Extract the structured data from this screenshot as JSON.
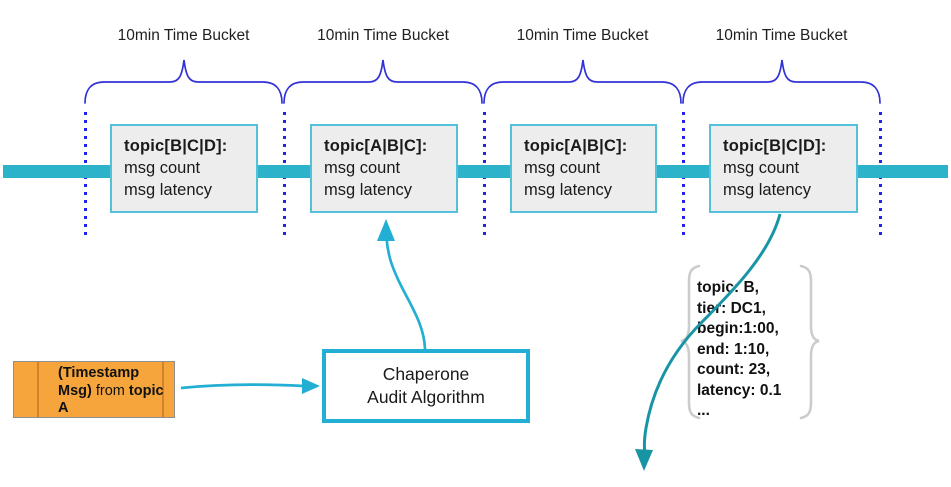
{
  "buckets": [
    {
      "label": "10min Time Bucket",
      "title": "topic[B|C|D]:",
      "lines": [
        "msg count",
        "msg latency"
      ]
    },
    {
      "label": "10min Time Bucket",
      "title": "topic[A|B|C]:",
      "lines": [
        "msg count",
        "msg latency"
      ]
    },
    {
      "label": "10min Time Bucket",
      "title": "topic[A|B|C]:",
      "lines": [
        "msg count",
        "msg latency"
      ]
    },
    {
      "label": "10min Time Bucket",
      "title": "topic[B|C|D]:",
      "lines": [
        "msg count",
        "msg latency"
      ]
    }
  ],
  "timestamp_box": {
    "bold_primary": "(Timestamp Msg)",
    "connector": "from",
    "topic": "topic A"
  },
  "algorithm_box": {
    "line1": "Chaperone",
    "line2": "Audit Algorithm"
  },
  "audit_record": {
    "lines": [
      "topic: B,",
      "tier: DC1,",
      "begin:1:00,",
      "end: 1:10,",
      "count: 23,",
      "latency: 0.1",
      "..."
    ]
  },
  "colors": {
    "accent-cyan": "#23aed4",
    "bar-teal": "#2db3c9",
    "box-border": "#55c1d9",
    "box-fill": "#ededed",
    "brace-blue": "#3232d8",
    "dot-blue": "#2222ee",
    "orange-fill": "#f6a53c",
    "orange-divider": "#d2832a",
    "teal-arrow": "#1895a5",
    "gray-brace": "#cccccc",
    "text-black": "#1a1a1a"
  }
}
